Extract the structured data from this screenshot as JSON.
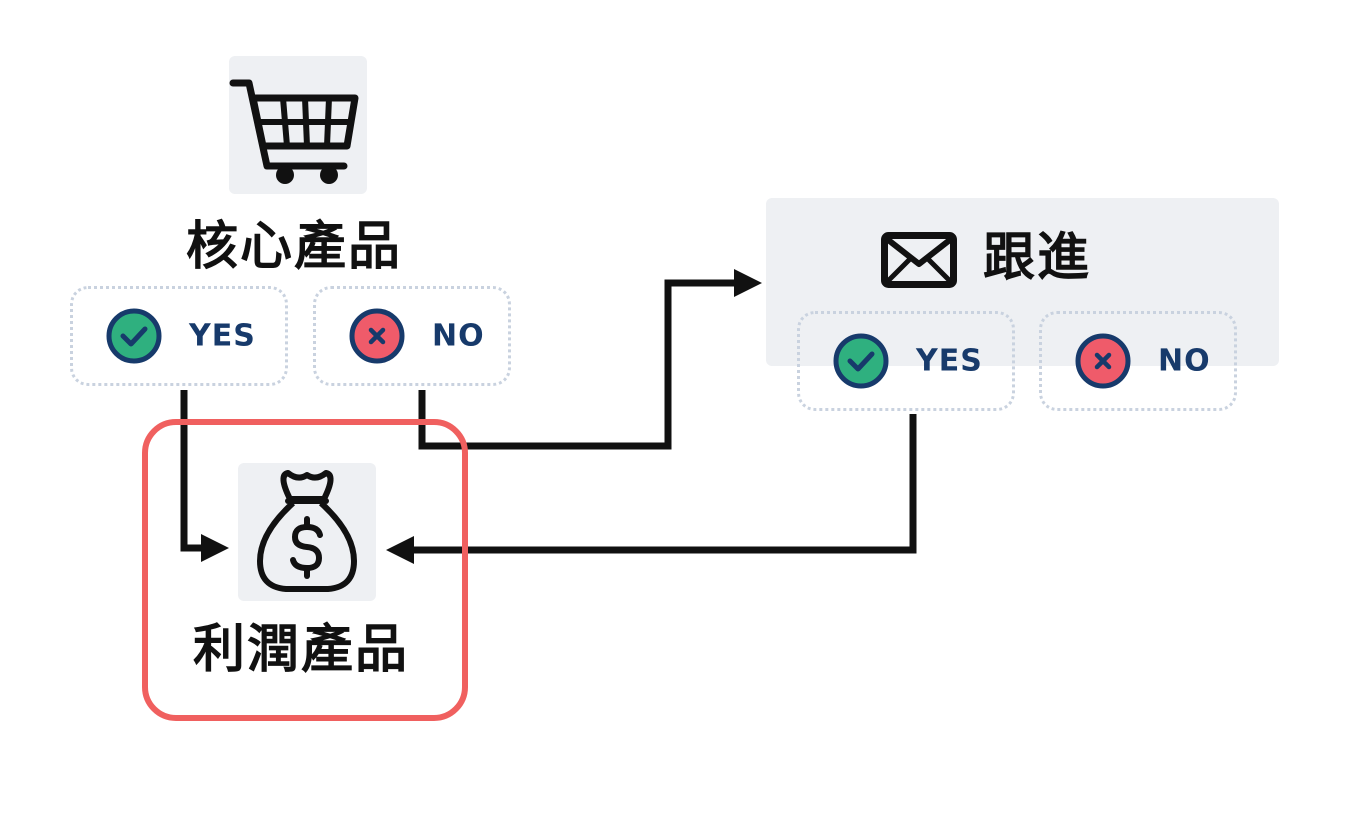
{
  "core_product": {
    "title": "核心產品",
    "icon": "shopping-cart-icon",
    "yes_label": "YES",
    "no_label": "NO"
  },
  "follow_up": {
    "title": "跟進",
    "icon": "envelope-icon",
    "yes_label": "YES",
    "no_label": "NO"
  },
  "profit_product": {
    "title": "利潤產品",
    "icon": "money-bag-icon",
    "highlighted": true
  },
  "colors": {
    "yes_badge": "#2fb07f",
    "no_badge": "#ef5b6a",
    "badge_outline": "#173a6b",
    "label": "#173a6b",
    "highlight": "#f0605f",
    "tile_bg": "#eef0f3",
    "connector": "#111111"
  }
}
